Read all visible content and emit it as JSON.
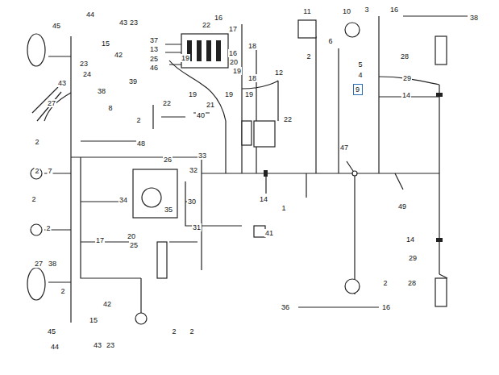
{
  "diagram": {
    "nodes": [
      {
        "text": [
          "9"
        ]
      }
    ],
    "labels": [
      "44",
      "45",
      "43",
      "23",
      "15",
      "42",
      "23",
      "24",
      "43",
      "38",
      "27",
      "8",
      "22",
      "37",
      "13",
      "19",
      "25",
      "46",
      "39",
      "16",
      "17",
      "18",
      "16",
      "20",
      "19",
      "18",
      "12",
      "22",
      "19",
      "21",
      "19",
      "19",
      "2",
      "40",
      "22",
      "48",
      "11",
      "10",
      "3",
      "16",
      "38",
      "6",
      "2",
      "5",
      "4",
      "28",
      "29",
      "14",
      "33",
      "26",
      "32",
      "2",
      "2",
      "7",
      "34",
      "30",
      "35",
      "14",
      "1",
      "47",
      "49",
      "2",
      "2",
      "31",
      "41",
      "17",
      "20",
      "25",
      "14",
      "29",
      "27",
      "38",
      "2",
      "2",
      "28",
      "42",
      "15",
      "2",
      "2",
      "45",
      "44",
      "43",
      "23",
      "36",
      "16"
    ]
  }
}
